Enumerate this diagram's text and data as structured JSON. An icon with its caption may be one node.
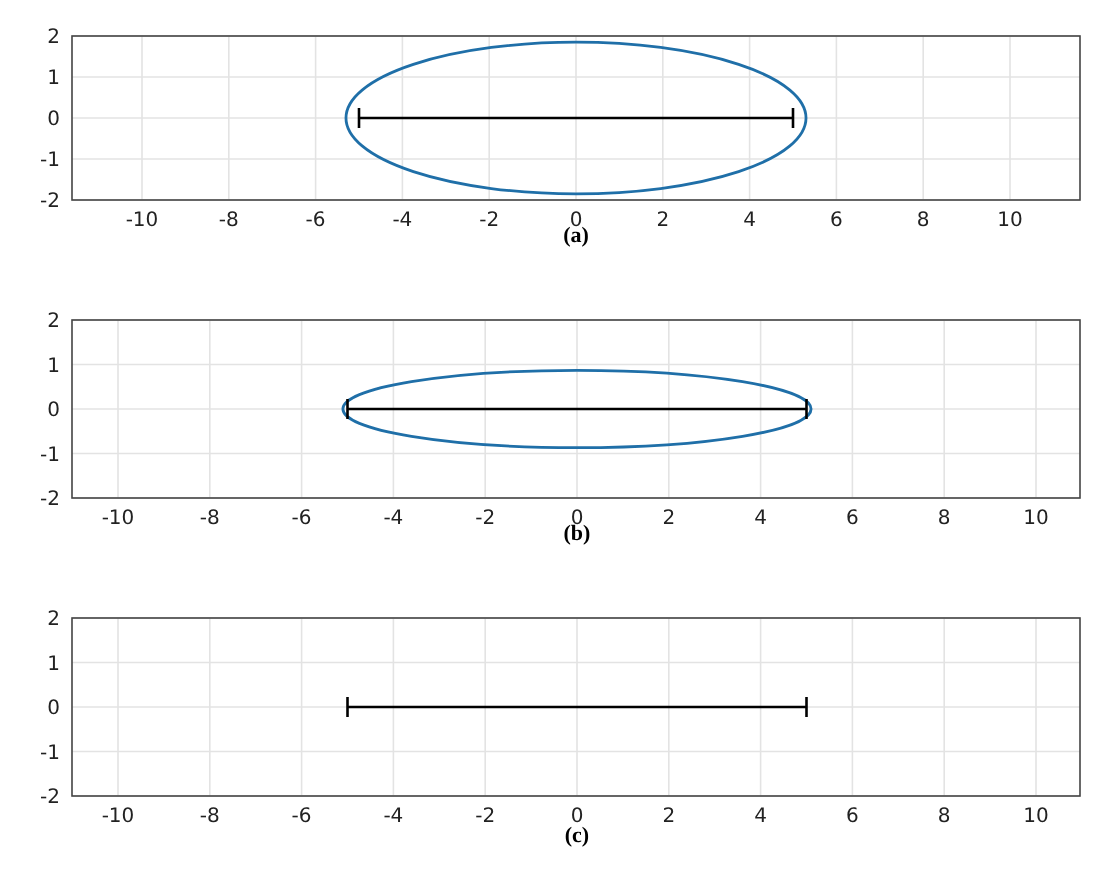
{
  "diagram": {
    "labels": [
      "2",
      "1",
      "0",
      "-1",
      "-2",
      "-10",
      "-8",
      "-6",
      "-4",
      "-2",
      "0",
      "2",
      "4",
      "6",
      "8",
      "10",
      "(a)",
      "2",
      "1",
      "0",
      "-1",
      "-2",
      "-10",
      "-8",
      "-6",
      "-4",
      "-2",
      "0",
      "2",
      "4",
      "6",
      "8",
      "10",
      "(b)",
      "2",
      "1",
      "0",
      "-1",
      "-2",
      "-10",
      "-8",
      "-6",
      "-4",
      "-2",
      "0",
      "2",
      "4",
      "6",
      "8",
      "10",
      "(c)"
    ]
  }
}
